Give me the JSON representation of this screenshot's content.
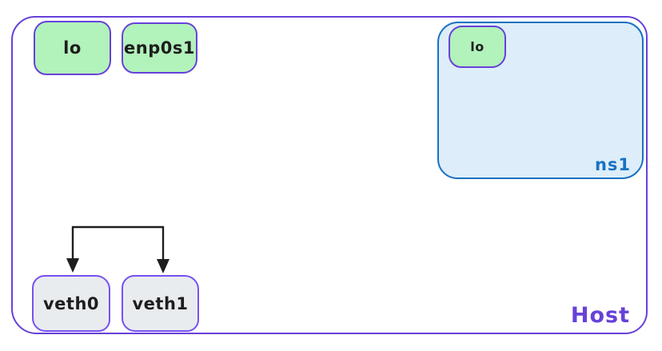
{
  "colors": {
    "violet": "#6741d9",
    "violet_light": "#7950f2",
    "green_fill": "#b2f2bb",
    "blue": "#1971c2",
    "blue_fill": "#ddeefa",
    "gray_fill": "#e9ecef",
    "ink": "#1e1e1e"
  },
  "host": {
    "label": "Host"
  },
  "host_interfaces": {
    "lo": {
      "label": "lo"
    },
    "enp0s1": {
      "label": "enp0s1"
    }
  },
  "namespace_ns1": {
    "label": "ns1",
    "lo": {
      "label": "lo"
    }
  },
  "veth_pair": {
    "veth0": {
      "label": "veth0"
    },
    "veth1": {
      "label": "veth1"
    }
  }
}
